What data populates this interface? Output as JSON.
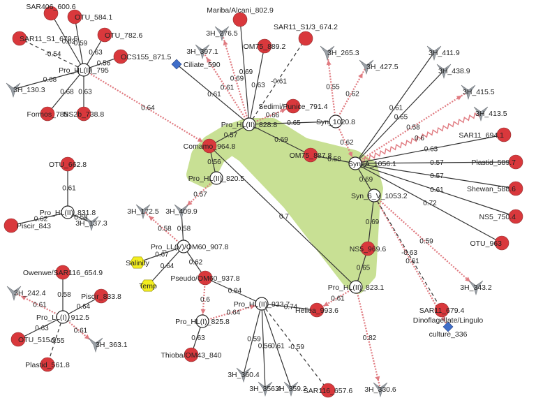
{
  "colors": {
    "virus": "#9aa0a6",
    "bacteria": "#d9383c",
    "prochlorococcus": "#ffffff",
    "protist": "#3f6ec9",
    "environment": "#f3ee1f",
    "highlight": "#c6df8f",
    "positive_edge": "#333333",
    "lagged_edge": "#e07a80"
  },
  "nodes": [
    {
      "id": "sar406",
      "label": "SAR406_600.6",
      "shape": "circle"
    },
    {
      "id": "otu5841",
      "label": "OTU_584.1",
      "shape": "circle"
    },
    {
      "id": "sar11_670",
      "label": "SAR11_S1_670.5",
      "shape": "circle"
    },
    {
      "id": "otu7826",
      "label": "OTU_782.6",
      "shape": "circle"
    },
    {
      "id": "ocs155",
      "label": "OCS155_871.5",
      "shape": "circle"
    },
    {
      "id": "pro795",
      "label": "Pro_HL(II)_795",
      "shape": "ring"
    },
    {
      "id": "v1303",
      "label": "3H_130.3",
      "shape": "arrow"
    },
    {
      "id": "formos",
      "label": "Formos_785",
      "shape": "circle"
    },
    {
      "id": "ns2b",
      "label": "NS2b_738.8",
      "shape": "circle"
    },
    {
      "id": "maribal",
      "label": "Mariba/Alcani_802.9",
      "shape": "circle"
    },
    {
      "id": "v2765",
      "label": "3H_276.5",
      "shape": "arrow"
    },
    {
      "id": "sar11_674",
      "label": "SAR11_S1/3_674.2",
      "shape": "circle"
    },
    {
      "id": "v3971",
      "label": "3H_397.1",
      "shape": "arrow"
    },
    {
      "id": "om75_889",
      "label": "OM75_889.2",
      "shape": "circle"
    },
    {
      "id": "ciliate",
      "label": "Ciliate_590",
      "shape": "diamond"
    },
    {
      "id": "v2653",
      "label": "3H_265.3",
      "shape": "arrow"
    },
    {
      "id": "v4275",
      "label": "3H_427.5",
      "shape": "arrow"
    },
    {
      "id": "v4119",
      "label": "3H_411.9",
      "shape": "arrow"
    },
    {
      "id": "v4389",
      "label": "3H_438.9",
      "shape": "arrow"
    },
    {
      "id": "v4155",
      "label": "3H_415.5",
      "shape": "arrow"
    },
    {
      "id": "v4135",
      "label": "3H_413.5",
      "shape": "arrow"
    },
    {
      "id": "sedimi",
      "label": "Sedimi/Punice_791.4",
      "shape": "circle"
    },
    {
      "id": "syn1020",
      "label": "Syn_1020.8",
      "shape": "ring"
    },
    {
      "id": "pro828",
      "label": "Pro_HL(II)_828.8",
      "shape": "ring"
    },
    {
      "id": "comamo",
      "label": "Comamo_964.8",
      "shape": "circle"
    },
    {
      "id": "om75_887",
      "label": "OM75_887.8",
      "shape": "circle"
    },
    {
      "id": "synA",
      "label": "Syn_A_1056.1",
      "shape": "ring"
    },
    {
      "id": "sar11_694",
      "label": "SAR11_694.1",
      "shape": "circle"
    },
    {
      "id": "plastid589",
      "label": "Plastid_589.7",
      "shape": "circle"
    },
    {
      "id": "shewan",
      "label": "Shewan_588.6",
      "shape": "circle"
    },
    {
      "id": "ns5_750",
      "label": "NS5_750.4",
      "shape": "circle"
    },
    {
      "id": "otu963",
      "label": "OTU_963",
      "shape": "circle"
    },
    {
      "id": "otu6628",
      "label": "OTU_662.8",
      "shape": "circle"
    },
    {
      "id": "pro820",
      "label": "Pro_HL(II)_820.5",
      "shape": "ring"
    },
    {
      "id": "synV",
      "label": "Syn_6_V_1053.2",
      "shape": "ring"
    },
    {
      "id": "pro831",
      "label": "Pro_HL(II)_831.8",
      "shape": "ring"
    },
    {
      "id": "piscir843",
      "label": "Piscir_843",
      "shape": "circle"
    },
    {
      "id": "v1373",
      "label": "3H_137.3",
      "shape": "arrow"
    },
    {
      "id": "v1725",
      "label": "3H_172.5",
      "shape": "arrow"
    },
    {
      "id": "v4099",
      "label": "3H_409.9",
      "shape": "arrow"
    },
    {
      "id": "proLLV",
      "label": "Pro_LL(V)/OM60_907.8",
      "shape": "ring"
    },
    {
      "id": "salinity",
      "label": "Salinity",
      "shape": "hexagon"
    },
    {
      "id": "temp",
      "label": "Temp",
      "shape": "hexagon"
    },
    {
      "id": "pseudo",
      "label": "Pseudo/OM60_937.8",
      "shape": "circle"
    },
    {
      "id": "ns5_969",
      "label": "NS5_969.6",
      "shape": "circle"
    },
    {
      "id": "owenwe",
      "label": "Owenwe/SAR116_654.9",
      "shape": "circle"
    },
    {
      "id": "v2424",
      "label": "3H_242.4",
      "shape": "arrow"
    },
    {
      "id": "piscir833",
      "label": "Piscir_833.8",
      "shape": "circle"
    },
    {
      "id": "proLL912",
      "label": "Pro_LL(I)_912.5",
      "shape": "ring"
    },
    {
      "id": "otu5159",
      "label": "OTU_515.9",
      "shape": "circle"
    },
    {
      "id": "v3631",
      "label": "3H_363.1",
      "shape": "arrow"
    },
    {
      "id": "plastid561",
      "label": "Plastid_561.8",
      "shape": "circle"
    },
    {
      "id": "pro933",
      "label": "Pro_HL(II)_933.7",
      "shape": "ring"
    },
    {
      "id": "heliea",
      "label": "Heliea_993.6",
      "shape": "circle"
    },
    {
      "id": "pro823",
      "label": "Pro_HL(II)_823.1",
      "shape": "ring"
    },
    {
      "id": "pro825",
      "label": "Pro_HL(I)_825.8",
      "shape": "ring"
    },
    {
      "id": "thioba",
      "label": "Thioba/OM43_840",
      "shape": "circle"
    },
    {
      "id": "v3432",
      "label": "3H_343.2",
      "shape": "arrow"
    },
    {
      "id": "sar11_679",
      "label": "SAR11_679.4",
      "shape": "circle"
    },
    {
      "id": "dino",
      "label": "Dinoflagellate/Lingulo",
      "label2": "culture_336",
      "shape": "diamond"
    },
    {
      "id": "v3604",
      "label": "3H_360.4",
      "shape": "arrow"
    },
    {
      "id": "v3564",
      "label": "3H_356.4",
      "shape": "arrow"
    },
    {
      "id": "v3592",
      "label": "3H_359.2",
      "shape": "arrow"
    },
    {
      "id": "sar116",
      "label": "SAR116_657.6",
      "shape": "circle"
    },
    {
      "id": "v3306",
      "label": "3H_330.6",
      "shape": "arrow"
    }
  ],
  "edges": [
    {
      "from": "pro795",
      "to": "sar406",
      "label": "0.62",
      "style": "solid"
    },
    {
      "from": "pro795",
      "to": "otu5841",
      "label": "0.59",
      "style": "solid"
    },
    {
      "from": "pro795",
      "to": "sar11_670",
      "label": "-0.54",
      "style": "dashed"
    },
    {
      "from": "pro795",
      "to": "otu7826",
      "label": "0.63",
      "style": "solid"
    },
    {
      "from": "pro795",
      "to": "ocs155",
      "label": "0.56",
      "style": "solid"
    },
    {
      "from": "pro795",
      "to": "v1303",
      "label": "0.68",
      "style": "solid"
    },
    {
      "from": "pro795",
      "to": "formos",
      "label": "0.68",
      "style": "solid"
    },
    {
      "from": "pro795",
      "to": "ns2b",
      "label": "0.63",
      "style": "solid"
    },
    {
      "from": "pro795",
      "to": "comamo",
      "label": "0.64",
      "style": "lagged"
    },
    {
      "from": "pro828",
      "to": "maribal",
      "label": "0.69",
      "style": "solid"
    },
    {
      "from": "pro828",
      "to": "v2765",
      "label": "0.69",
      "style": "lagged"
    },
    {
      "from": "pro828",
      "to": "sar11_674",
      "label": "-0.61",
      "style": "dashed"
    },
    {
      "from": "pro828",
      "to": "v3971",
      "label": "0.61",
      "style": "lagged"
    },
    {
      "from": "pro828",
      "to": "om75_889",
      "label": "0.63",
      "style": "solid"
    },
    {
      "from": "pro828",
      "to": "ciliate",
      "label": "0.61",
      "style": "solid"
    },
    {
      "from": "pro828",
      "to": "sedimi",
      "label": "0.66",
      "style": "lagged"
    },
    {
      "from": "pro828",
      "to": "syn1020",
      "label": "0.65",
      "style": "solid"
    },
    {
      "from": "pro828",
      "to": "om75_887",
      "label": "0.69",
      "style": "solid"
    },
    {
      "from": "pro828",
      "to": "comamo",
      "label": "0.57",
      "style": "solid"
    },
    {
      "from": "syn1020",
      "to": "v2653",
      "label": "0.55",
      "style": "lagged"
    },
    {
      "from": "syn1020",
      "to": "v4275",
      "label": "0.62",
      "style": "lagged"
    },
    {
      "from": "syn1020",
      "to": "synA",
      "label": "0.62",
      "style": "lagged"
    },
    {
      "from": "synA",
      "to": "v4119",
      "label": "0.61",
      "style": "solid"
    },
    {
      "from": "synA",
      "to": "v4389",
      "label": "0.65",
      "style": "solid"
    },
    {
      "from": "synA",
      "to": "v4155",
      "label": "0.58",
      "style": "lagged"
    },
    {
      "from": "synA",
      "to": "v4135",
      "label": "0.6",
      "style": "wavy"
    },
    {
      "from": "synA",
      "to": "sar11_694",
      "label": "0.63",
      "style": "solid"
    },
    {
      "from": "synA",
      "to": "plastid589",
      "label": "0.57",
      "style": "solid"
    },
    {
      "from": "synA",
      "to": "shewan",
      "label": "0.57",
      "style": "solid"
    },
    {
      "from": "synA",
      "to": "ns5_750",
      "label": "0.61",
      "style": "solid"
    },
    {
      "from": "synA",
      "to": "otu963",
      "label": "0.72",
      "style": "solid"
    },
    {
      "from": "synA",
      "to": "om75_887",
      "label": "0.58",
      "style": "solid"
    },
    {
      "from": "synA",
      "to": "synV",
      "label": "0.69",
      "style": "solid"
    },
    {
      "from": "comamo",
      "to": "pro820",
      "label": "0.56",
      "style": "solid"
    },
    {
      "from": "comamo",
      "to": "pro823",
      "label": "0.7",
      "style": "solid"
    },
    {
      "from": "pro820",
      "to": "v4099",
      "label": "0.57",
      "style": "lagged"
    },
    {
      "from": "synV",
      "to": "ns5_969",
      "label": "0.69",
      "style": "solid"
    },
    {
      "from": "synV",
      "to": "dino",
      "label": "0.61",
      "style": "lagged"
    },
    {
      "from": "synV",
      "to": "sar11_679",
      "label": "-0.63",
      "style": "dashed"
    },
    {
      "from": "synV",
      "to": "v3432",
      "label": "0.59",
      "style": "lagged"
    },
    {
      "from": "ns5_969",
      "to": "pro823",
      "label": "0.65",
      "style": "solid"
    },
    {
      "from": "pro823",
      "to": "heliea",
      "label": "0.61",
      "style": "lagged"
    },
    {
      "from": "pro823",
      "to": "v3306",
      "label": "0.82",
      "style": "lagged"
    },
    {
      "from": "pro831",
      "to": "otu6628",
      "label": "0.61",
      "style": "solid"
    },
    {
      "from": "pro831",
      "to": "piscir843",
      "label": "0.62",
      "style": "solid"
    },
    {
      "from": "pro831",
      "to": "v1373",
      "label": "0.58",
      "style": "solid"
    },
    {
      "from": "proLLV",
      "to": "v1725",
      "label": "0.58",
      "style": "lagged"
    },
    {
      "from": "proLLV",
      "to": "v4099",
      "label": "0.58",
      "style": "solid"
    },
    {
      "from": "proLLV",
      "to": "salinity",
      "label": "0.67",
      "style": "solid"
    },
    {
      "from": "proLLV",
      "to": "temp",
      "label": "0.64",
      "style": "solid"
    },
    {
      "from": "proLLV",
      "to": "pseudo",
      "label": "0.62",
      "style": "solid"
    },
    {
      "from": "pseudo",
      "to": "pro825",
      "label": "0.6",
      "style": "lagged"
    },
    {
      "from": "pseudo",
      "to": "pro933",
      "label": "0.94",
      "style": "solid"
    },
    {
      "from": "pro825",
      "to": "pro933",
      "label": "0.64",
      "style": "lagged"
    },
    {
      "from": "pro825",
      "to": "thioba",
      "label": "0.63",
      "style": "solid"
    },
    {
      "from": "pro933",
      "to": "heliea",
      "label": "0.74",
      "style": "solid"
    },
    {
      "from": "pro933",
      "to": "v3604",
      "label": "0.59",
      "style": "solid"
    },
    {
      "from": "pro933",
      "to": "v3564",
      "label": "0.56",
      "style": "solid"
    },
    {
      "from": "pro933",
      "to": "v3592",
      "label": "0.61",
      "style": "solid"
    },
    {
      "from": "pro933",
      "to": "sar116",
      "label": "-0.59",
      "style": "dashed"
    },
    {
      "from": "proLL912",
      "to": "owenwe",
      "label": "0.58",
      "style": "solid"
    },
    {
      "from": "proLL912",
      "to": "v2424",
      "label": "0.61",
      "style": "lagged"
    },
    {
      "from": "proLL912",
      "to": "piscir833",
      "label": "0.64",
      "style": "solid"
    },
    {
      "from": "proLL912",
      "to": "otu5159",
      "label": "0.63",
      "style": "solid"
    },
    {
      "from": "proLL912",
      "to": "v3631",
      "label": "0.61",
      "style": "lagged"
    },
    {
      "from": "proLL912",
      "to": "plastid561",
      "label": "-0.55",
      "style": "dashed"
    }
  ]
}
